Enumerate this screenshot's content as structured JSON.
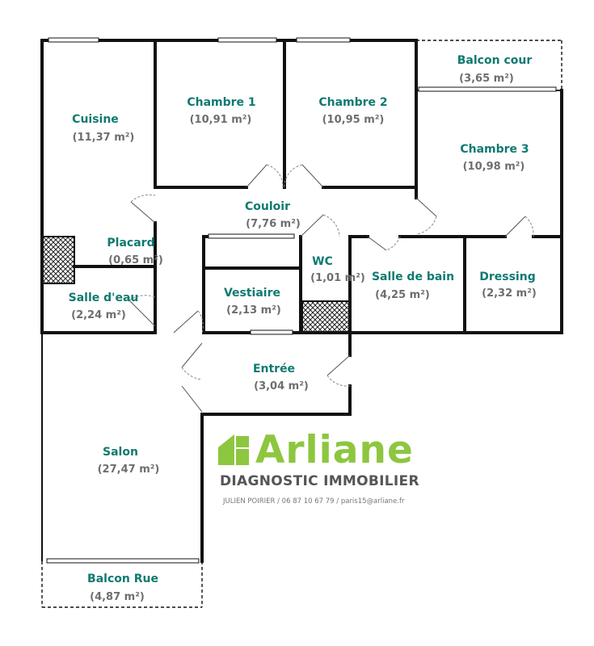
{
  "rooms": {
    "cuisine": {
      "name": "Cuisine",
      "area": "(11,37 m²)"
    },
    "chambre1": {
      "name": "Chambre 1",
      "area": "(10,91 m²)"
    },
    "chambre2": {
      "name": "Chambre 2",
      "area": "(10,95 m²)"
    },
    "balcon_cour": {
      "name": "Balcon cour",
      "area": "(3,65 m²)"
    },
    "chambre3": {
      "name": "Chambre 3",
      "area": "(10,98 m²)"
    },
    "couloir": {
      "name": "Couloir",
      "area": "(7,76 m²)"
    },
    "placard": {
      "name": "Placard",
      "area": "(0,65 m²)"
    },
    "wc": {
      "name": "WC",
      "area": "(1,01 m²)"
    },
    "salle_de_bain": {
      "name": "Salle de bain",
      "area": "(4,25 m²)"
    },
    "dressing": {
      "name": "Dressing",
      "area": "(2,32 m²)"
    },
    "salle_deau": {
      "name": "Salle d'eau",
      "area": "(2,24 m²)"
    },
    "vestiaire": {
      "name": "Vestiaire",
      "area": "(2,13 m²)"
    },
    "entree": {
      "name": "Entrée",
      "area": "(3,04 m²)"
    },
    "salon": {
      "name": "Salon",
      "area": "(27,47 m²)"
    },
    "balcon_rue": {
      "name": "Balcon Rue",
      "area": "(4,87 m²)"
    }
  },
  "logo": {
    "brand": "Arliane",
    "tagline": "DIAGNOSTIC IMMOBILIER",
    "contact": "JULIEN POIRIER / 06 87 10 67 79 / paris15@arliane.fr",
    "colors": {
      "green": "#8dc63f",
      "grey": "#555555"
    }
  },
  "colors": {
    "room_label": "#0f7a70",
    "area_label": "#6e6e6e",
    "walls": "#111111"
  }
}
